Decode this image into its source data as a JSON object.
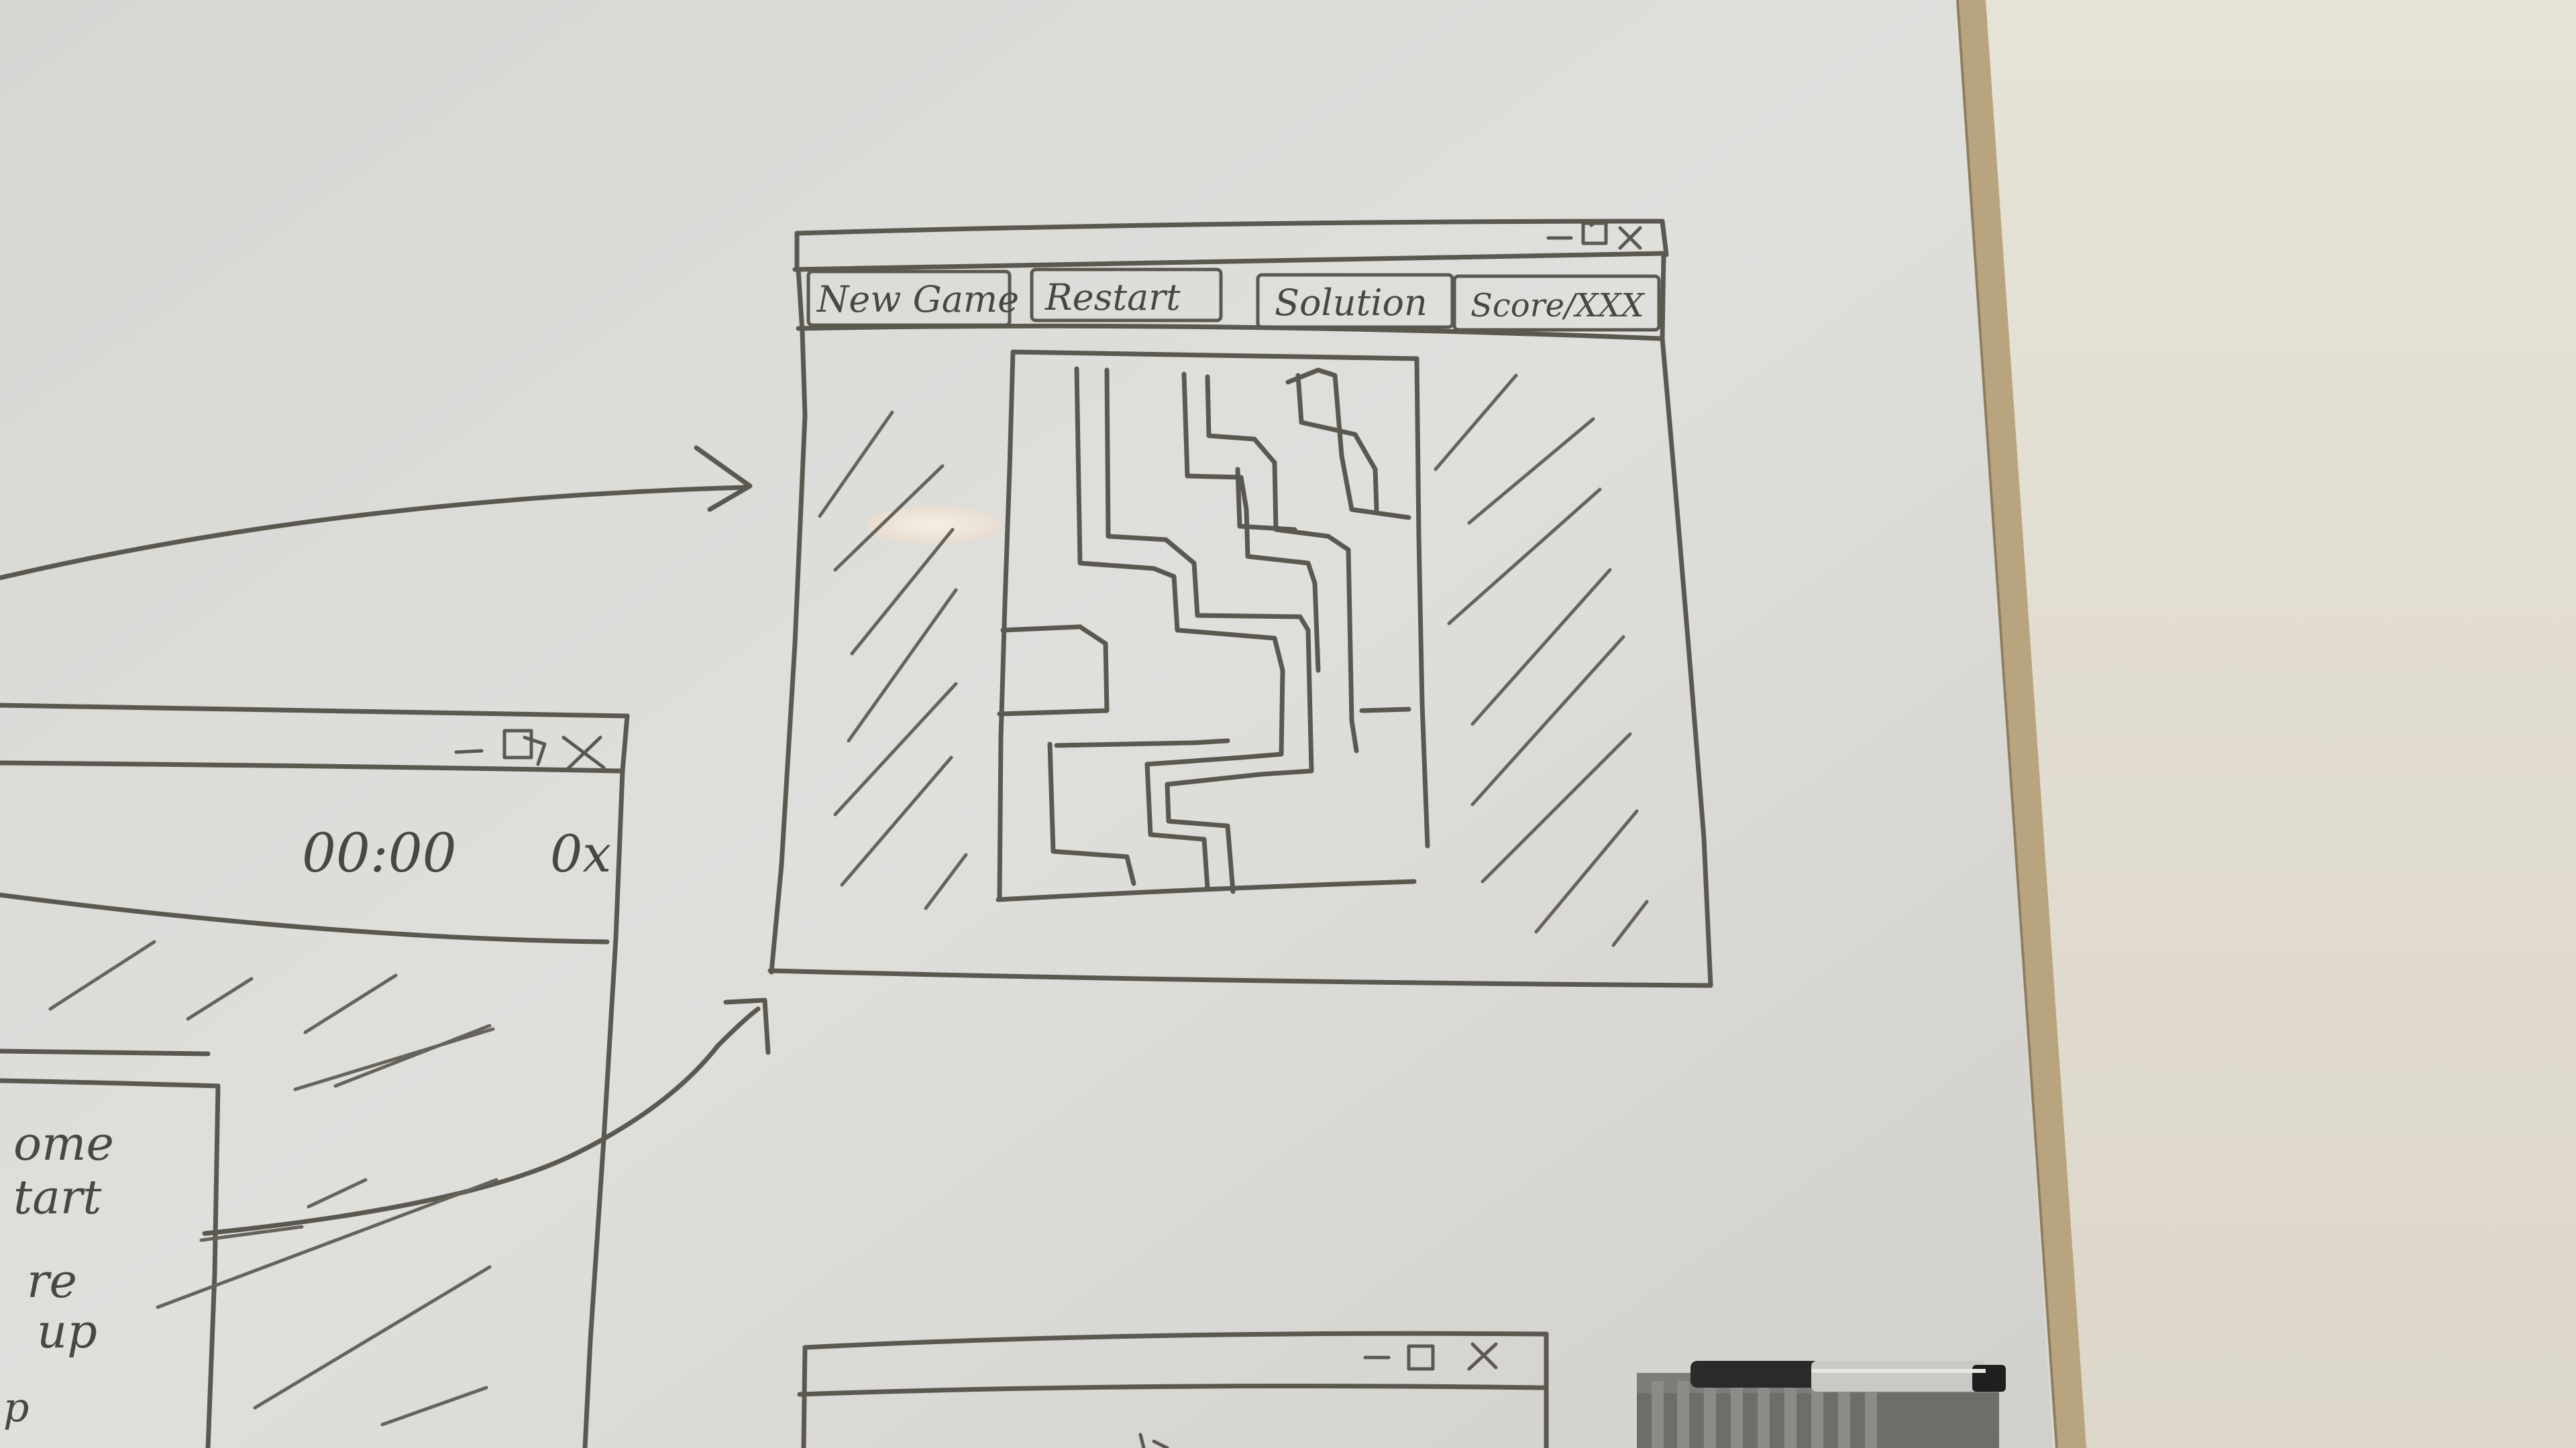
{
  "main_window": {
    "controls": "-□x",
    "buttons": [
      {
        "label": "New Game"
      },
      {
        "label": "Restart"
      },
      {
        "label": "Solution"
      },
      {
        "label": "Score/XXX"
      }
    ]
  },
  "left_window": {
    "controls": "-□x",
    "timer": "00:00",
    "counter": "0x",
    "menu_fragments": [
      "ome",
      "tart",
      "re",
      "up",
      "p"
    ]
  },
  "bottom_window": {
    "controls": "-□x"
  },
  "colors": {
    "ink": "#5b5850",
    "whiteboard": "#dedddd",
    "wall": "#e3dfd2",
    "frame": "#b8a27c"
  }
}
